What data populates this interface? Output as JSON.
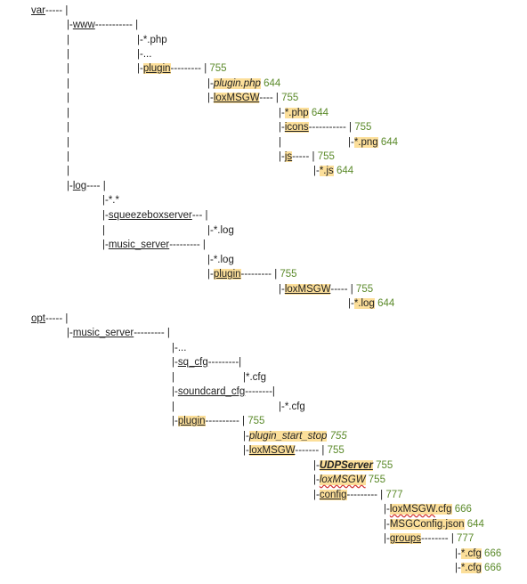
{
  "texts": {
    "var": "var",
    "var_dash": "----- |",
    "www_pre": "|-",
    "www": "www",
    "www_dash": "----------- |",
    "php_glob": "|-*.php",
    "ellipsis": "|-...",
    "plugin_pre": "|-",
    "plugin": "plugin",
    "plugin_dash": "--------- |",
    "p755": "755",
    "pluginphp_pre": "|-",
    "pluginphp": "plugin.php",
    "p644": "644",
    "loxmsgw_pre": "|-",
    "loxmsgw": "loxMSGW",
    "loxmsgw_dash": "---- |",
    "star_php_pre": "|-",
    "star_php": "*.php",
    "icons_pre": "|-",
    "icons": "icons",
    "icons_dash": "----------- |",
    "png_pre": "|-",
    "png": "*.png",
    "js_pre": "|-",
    "js": "js",
    "js_dash": "----- |",
    "starjs_pre": "|-",
    "starjs": "*.js",
    "log_pre": "|-",
    "log": "log",
    "log_dash": "---- |",
    "starstar": "|-*.*",
    "squeeze_pre": "|-",
    "squeeze": "squeezeboxserver",
    "squeeze_dash": "--- |",
    "starlog_squeeze": "|-*.log",
    "music_pre": "|-",
    "music": "music_server",
    "music_dash": "--------- |",
    "starlog_music": "|-*.log",
    "mplugin_pre": "|-",
    "mplugin": "plugin",
    "mplugin_dash": "--------- |",
    "mlox_pre": "|-",
    "mlox": "loxMSGW",
    "mlox_dash": "----- |",
    "mloxlog_pre": "|-",
    "mloxlog": "*.log",
    "opt": "opt",
    "opt_dash": "----- |",
    "omusic_pre": "|-",
    "omusic": "music_server",
    "omusic_dash": "--------- |",
    "oellipsis": "|-...",
    "sqcfg_pre": "|-",
    "sqcfg": "sq_cfg",
    "sqcfg_dash": "---------|",
    "sqcfg_file": "|*.cfg",
    "soundcard_pre": "|-",
    "soundcard": "soundcard_cfg",
    "soundcard_dash": "--------|",
    "soundcard_file": "|-*.cfg",
    "oplugin_pre": "|-",
    "oplugin": "plugin",
    "oplugin_dash": "---------- |",
    "startstop_pre": "|-",
    "startstop": "plugin_start_stop",
    "olox_pre": "|-",
    "olox": "loxMSGW",
    "olox_dash": "------- |",
    "udp_pre": "|-",
    "udp": "UDPServer",
    "oloxfile_pre": "|-",
    "oloxfile": "loxMSGW",
    "config_pre": "|-",
    "config": "config",
    "config_dash": "--------- |",
    "p777": "777",
    "cfg1_pre": "|-",
    "cfg1_a": "loxMSGW",
    "cfg1_b": ".cfg",
    "p666": "666",
    "msgconfig_pre": "|-",
    "msgconfig": "MSGConfig.json",
    "groups_pre": "|-",
    "groups": "groups",
    "groups_dash": "-------- |",
    "gcfg_pre": "|-",
    "gcfg": "*.cfg",
    "bar": "|"
  }
}
